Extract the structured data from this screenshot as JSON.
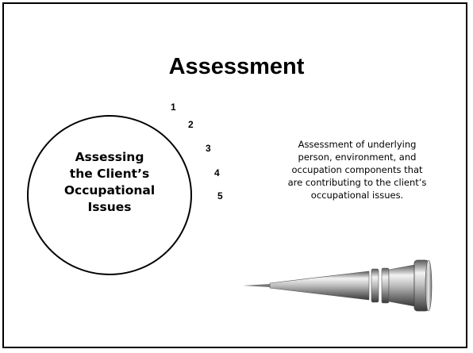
{
  "slide": {
    "title": "Assessment",
    "circle_lines": [
      "Assessing",
      "the Client’s",
      "Occupational",
      "Issues"
    ],
    "steps": [
      "1",
      "2",
      "3",
      "4",
      "5"
    ],
    "description_lines": [
      "Assessment of underlying",
      "person, environment, and",
      "occupation components that",
      "are contributing to the client’s",
      "occupational issues."
    ],
    "tool_icon": "cone-tool-icon"
  },
  "colors": {
    "background": "#ffffff",
    "border": "#000000",
    "text": "#000000"
  }
}
